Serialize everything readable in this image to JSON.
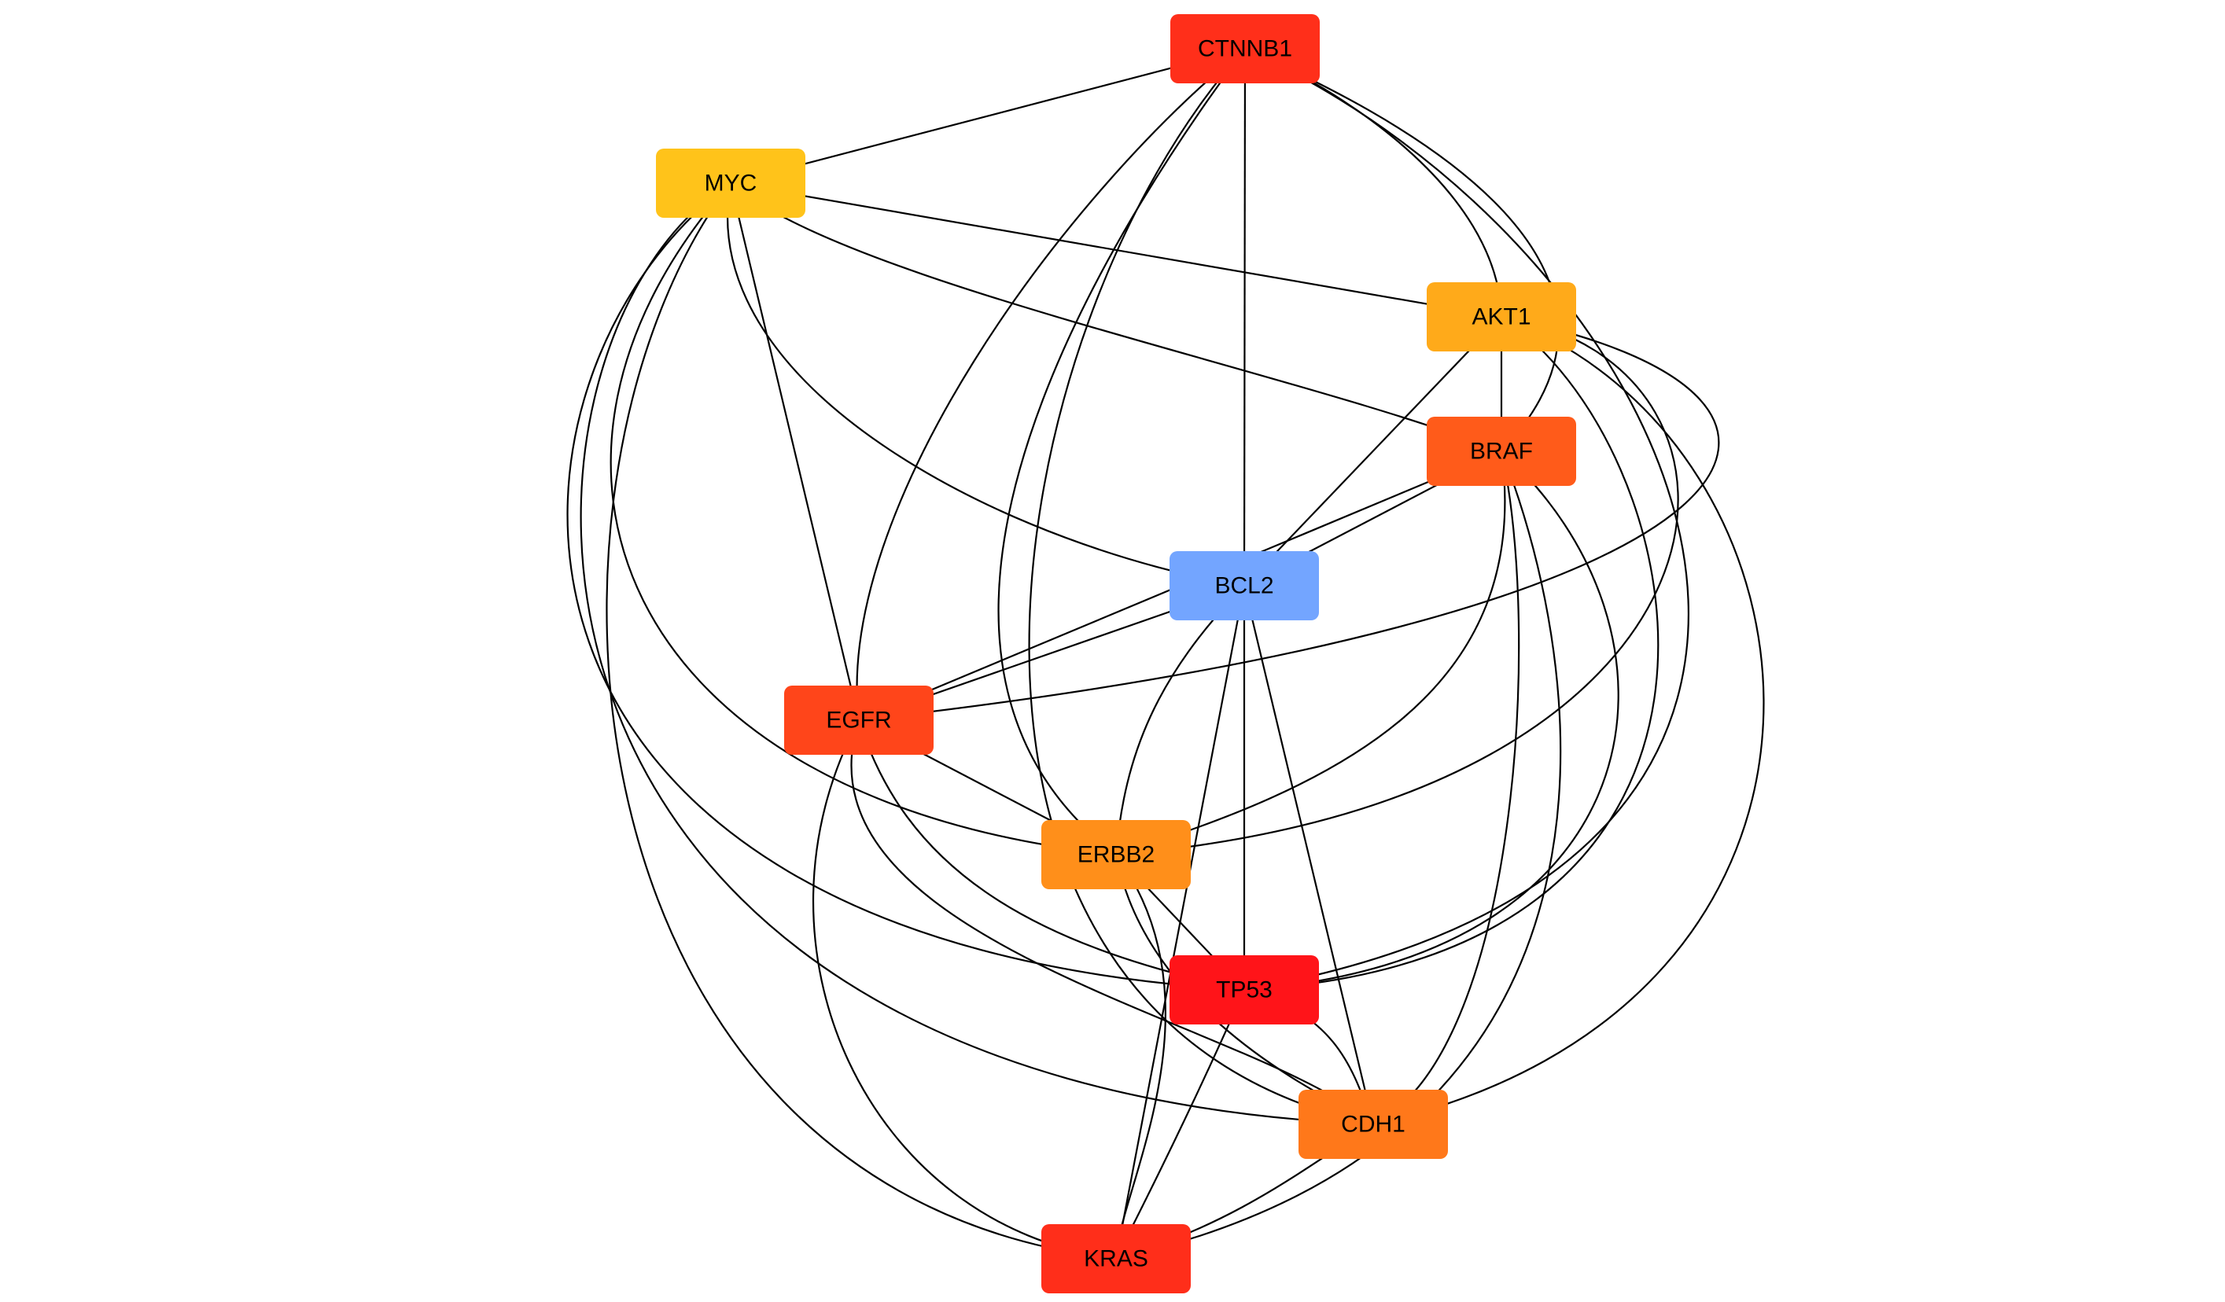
{
  "nodes": [
    {
      "id": "CTNNB1",
      "label": "CTNNB1",
      "color": "#FF2F1A"
    },
    {
      "id": "MYC",
      "label": "MYC",
      "color": "#FFC31A"
    },
    {
      "id": "AKT1",
      "label": "AKT1",
      "color": "#FFAA1A"
    },
    {
      "id": "BRAF",
      "label": "BRAF",
      "color": "#FF5B1A"
    },
    {
      "id": "BCL2",
      "label": "BCL2",
      "color": "#73A5FF"
    },
    {
      "id": "EGFR",
      "label": "EGFR",
      "color": "#FF451A"
    },
    {
      "id": "ERBB2",
      "label": "ERBB2",
      "color": "#FF8F1A"
    },
    {
      "id": "TP53",
      "label": "TP53",
      "color": "#FF1419"
    },
    {
      "id": "CDH1",
      "label": "CDH1",
      "color": "#FF781A"
    },
    {
      "id": "KRAS",
      "label": "KRAS",
      "color": "#FF2E1A"
    }
  ],
  "edges": [
    [
      "CTNNB1",
      "MYC"
    ],
    [
      "CTNNB1",
      "BCL2"
    ],
    [
      "CTNNB1",
      "AKT1"
    ],
    [
      "CTNNB1",
      "BRAF"
    ],
    [
      "CTNNB1",
      "EGFR"
    ],
    [
      "CTNNB1",
      "TP53"
    ],
    [
      "CTNNB1",
      "ERBB2"
    ],
    [
      "CTNNB1",
      "CDH1"
    ],
    [
      "MYC",
      "AKT1"
    ],
    [
      "MYC",
      "BRAF"
    ],
    [
      "MYC",
      "BCL2"
    ],
    [
      "MYC",
      "EGFR"
    ],
    [
      "MYC",
      "ERBB2"
    ],
    [
      "MYC",
      "TP53"
    ],
    [
      "MYC",
      "CDH1"
    ],
    [
      "MYC",
      "KRAS"
    ],
    [
      "AKT1",
      "BRAF"
    ],
    [
      "AKT1",
      "BCL2"
    ],
    [
      "AKT1",
      "EGFR"
    ],
    [
      "AKT1",
      "TP53"
    ],
    [
      "AKT1",
      "CDH1"
    ],
    [
      "AKT1",
      "ERBB2"
    ],
    [
      "BRAF",
      "BCL2"
    ],
    [
      "BRAF",
      "EGFR"
    ],
    [
      "BRAF",
      "ERBB2"
    ],
    [
      "BRAF",
      "TP53"
    ],
    [
      "BRAF",
      "CDH1"
    ],
    [
      "BRAF",
      "KRAS"
    ],
    [
      "BCL2",
      "EGFR"
    ],
    [
      "BCL2",
      "ERBB2"
    ],
    [
      "BCL2",
      "TP53"
    ],
    [
      "BCL2",
      "CDH1"
    ],
    [
      "BCL2",
      "KRAS"
    ],
    [
      "EGFR",
      "ERBB2"
    ],
    [
      "EGFR",
      "TP53"
    ],
    [
      "EGFR",
      "CDH1"
    ],
    [
      "EGFR",
      "KRAS"
    ],
    [
      "ERBB2",
      "TP53"
    ],
    [
      "ERBB2",
      "CDH1"
    ],
    [
      "ERBB2",
      "KRAS"
    ],
    [
      "TP53",
      "CDH1"
    ],
    [
      "TP53",
      "KRAS"
    ],
    [
      "CDH1",
      "KRAS"
    ]
  ]
}
